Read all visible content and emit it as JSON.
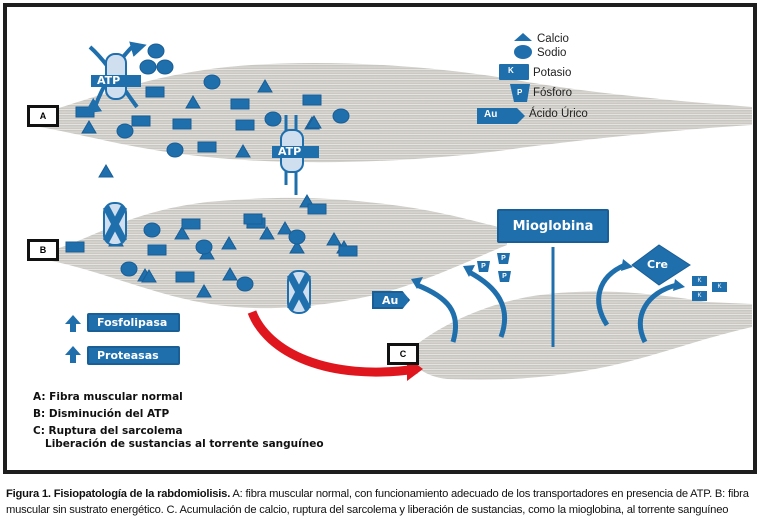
{
  "legend": {
    "items": [
      {
        "shape": "triangle",
        "label": "Calcio"
      },
      {
        "shape": "circle",
        "label": "Sodio"
      },
      {
        "shape": "rectangle",
        "symbol": "K",
        "label": "Potasio"
      },
      {
        "shape": "trapezoid",
        "symbol": "P",
        "label": "Fósforo"
      },
      {
        "shape": "pentagon-arrow",
        "symbol": "Au",
        "label": "Ácido Úrico"
      }
    ]
  },
  "panels": {
    "a": {
      "label": "A",
      "transporter_label": "ATP"
    },
    "b": {
      "label": "B"
    },
    "c": {
      "label": "C"
    }
  },
  "enzymes": [
    {
      "label": "Fosfolipasa",
      "direction": "up"
    },
    {
      "label": "Proteasas",
      "direction": "up"
    }
  ],
  "released": {
    "myoglobin": "Mioglobina",
    "uric_acid": "Au",
    "phosphorus": "P",
    "creatinine": "Cre",
    "potassium": "K"
  },
  "key": [
    "A: Fibra muscular normal",
    "B: Disminución del ATP",
    "C: Ruptura del sarcolema",
    "Liberación de sustancias al torrente sanguíneo"
  ],
  "caption": {
    "title": "Figura 1. Fisiopatología de la rabdomiolisis.",
    "text": " A: fibra muscular normal, con funcionamiento adecuado de los transportadores en presencia de ATP. B: fibra muscular sin sustrato energético. C. Acumulación de calcio, ruptura del sarcolema y liberación de sustancias, como la mioglobina, al torrente sanguíneo"
  },
  "colors": {
    "ion_blue": "#1f6fad",
    "ion_stroke": "#1a5e96",
    "channel_fill": "#cfdff0",
    "fiber_gray": "#c8c6c1",
    "arrow_red": "#e0161f",
    "frame": "#1e1e1e"
  }
}
